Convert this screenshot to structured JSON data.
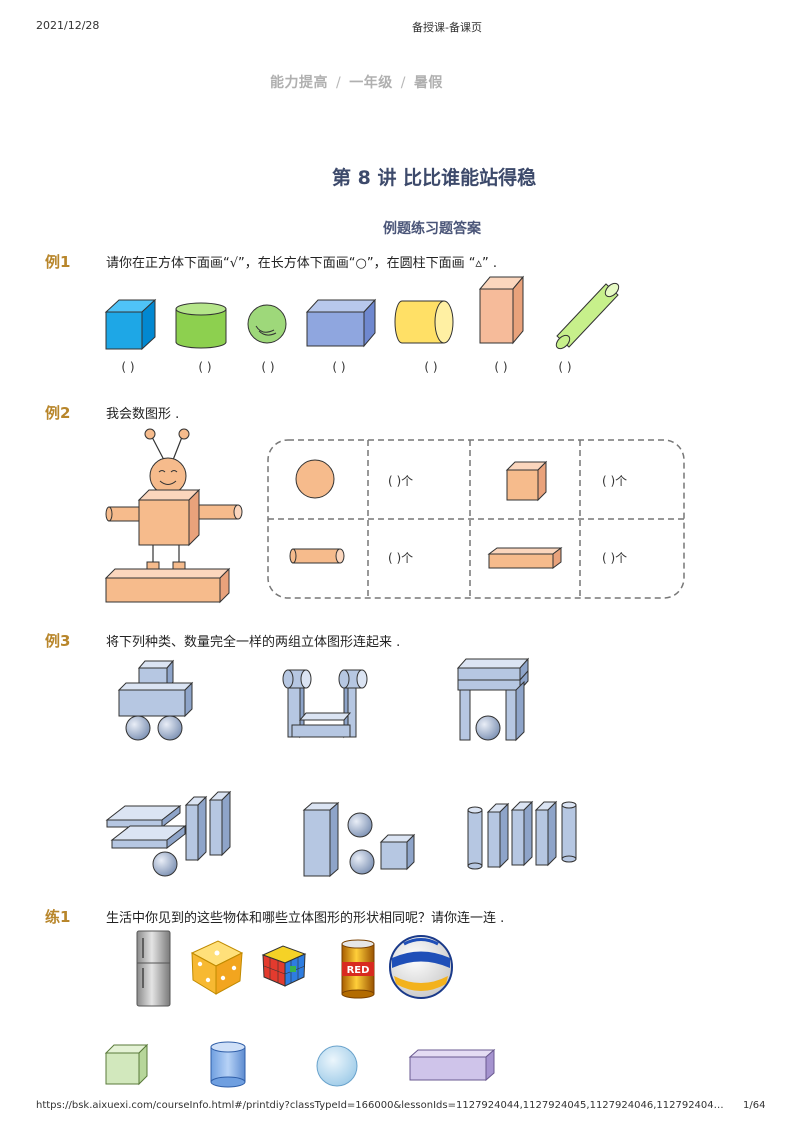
{
  "header": {
    "date": "2021/12/28",
    "page_title": "备授课-备课页"
  },
  "breadcrumb": [
    "能力提高",
    "一年级",
    "暑假"
  ],
  "lesson_title": "第 8 讲  比比谁能站得稳",
  "section_title": "例题练习题答案",
  "ex1": {
    "label": "例1",
    "question": "请你在正方体下面画“√”，在长方体下面画“○”，在圆柱下面画 “▵” .",
    "blanks": [
      "( )",
      "( )",
      "( )",
      "( )",
      "( )",
      "( )",
      "( )"
    ]
  },
  "ex2": {
    "label": "例2",
    "question": "我会数图形 .",
    "count_blank": "(    )个"
  },
  "ex3": {
    "label": "例3",
    "question": "将下列种类、数量完全一样的两组立体图形连起来 ."
  },
  "prac1": {
    "label": "练1",
    "question": "生活中你见到的这些物体和哪些立体图形的形状相同呢？请你连一连 .",
    "can_text": "RED"
  },
  "footer": {
    "url": "https://bsk.aixuexi.com/courseInfo.html#/printdiy?classTypeId=166000&lessonIds=1127924044,1127924045,1127924046,1127924047,1127924…",
    "page": "1/64"
  },
  "colors": {
    "title": "#3d4a6b",
    "label": "#b8862b",
    "orange_shape": "#f6bb8c",
    "blue_shape": "#b6c7e2"
  }
}
